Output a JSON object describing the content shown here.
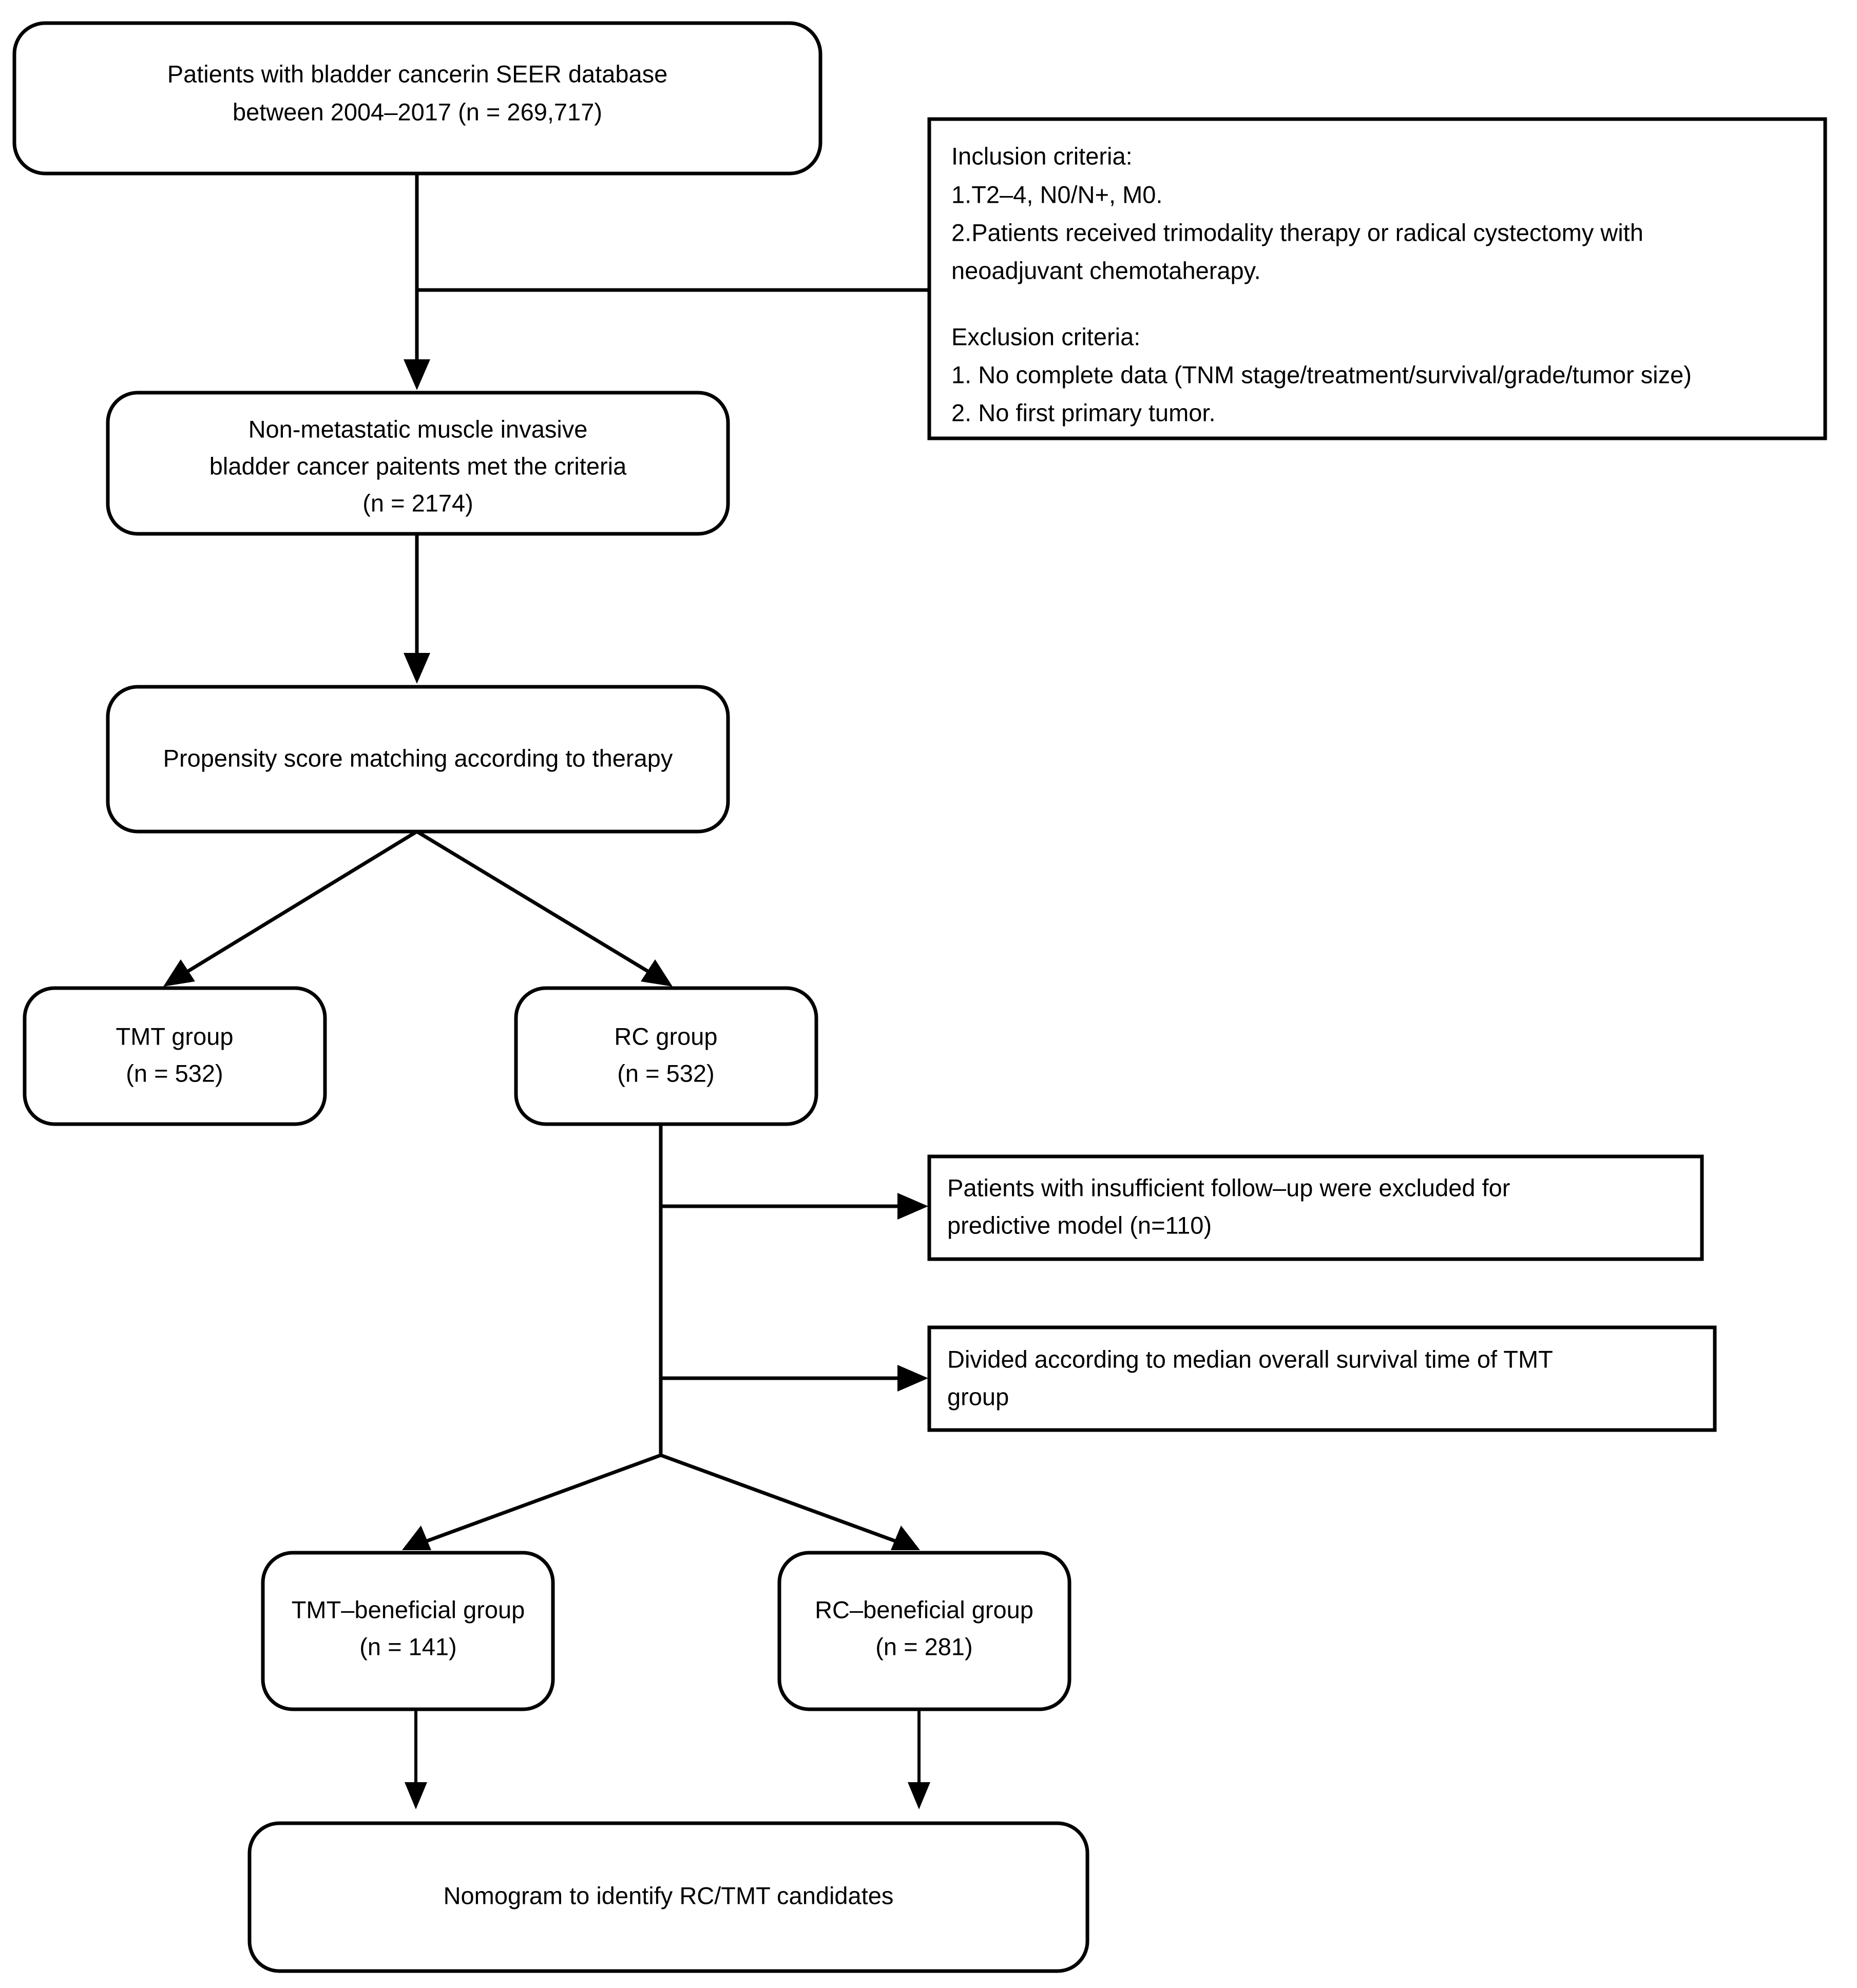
{
  "diagram": {
    "title": "Study population selection flowchart",
    "stroke_color": "#000000",
    "background_color": "#ffffff"
  },
  "nodes": {
    "source_cohort": {
      "lines": [
        "Patients with bladder cancerin SEER database",
        "between 2004–2017 (n = 269,717)"
      ]
    },
    "criteria": {
      "lines": [
        "Inclusion criteria:",
        "1.T2–4, N0/N+, M0.",
        "2.Patients received trimodality therapy or radical cystectomy with",
        "neoadjuvant chemotaherapy.",
        "",
        "Exclusion criteria:",
        "1. No complete data (TNM stage/treatment/survival/grade/tumor size)",
        "2. No first primary tumor."
      ]
    },
    "eligible_cohort": {
      "lines": [
        "Non-metastatic muscle invasive",
        "bladder cancer paitents met the criteria",
        "(n = 2174)"
      ]
    },
    "psm": {
      "lines": [
        "Propensity score matching according to therapy"
      ]
    },
    "tmt_group": {
      "lines": [
        "TMT group",
        "(n = 532)"
      ]
    },
    "rc_group": {
      "lines": [
        "RC group",
        "(n = 532)"
      ]
    },
    "excluded_followup": {
      "lines": [
        "Patients with insufficient follow–up were excluded for",
        "predictive model  (n=110)"
      ]
    },
    "divided_median_os": {
      "lines": [
        "Divided according to median overall survival time of TMT",
        "group"
      ]
    },
    "tmt_beneficial": {
      "lines": [
        "TMT–beneficial group",
        "(n = 141)"
      ]
    },
    "rc_beneficial": {
      "lines": [
        "RC–beneficial group",
        "(n = 281)"
      ]
    },
    "nomogram": {
      "lines": [
        "Nomogram to identify RC/TMT candidates"
      ]
    }
  },
  "chart_data": {
    "type": "diagram",
    "title": "Patient selection flow diagram",
    "steps": [
      {
        "id": "source_cohort",
        "label": "Patients with bladder cancerin SEER database between 2004–2017",
        "n": 269717
      },
      {
        "id": "eligible_cohort",
        "label": "Non-metastatic muscle invasive bladder cancer paitents met the criteria",
        "n": 2174
      },
      {
        "id": "psm",
        "label": "Propensity score matching according to therapy",
        "n": null
      },
      {
        "id": "tmt_group",
        "label": "TMT group",
        "n": 532
      },
      {
        "id": "rc_group",
        "label": "RC group",
        "n": 532
      },
      {
        "id": "excluded_followup",
        "label": "Patients with insufficient follow–up were excluded for predictive model",
        "n": 110
      },
      {
        "id": "divided_median_os",
        "label": "Divided according to median overall survival time of TMT group",
        "n": null
      },
      {
        "id": "tmt_beneficial",
        "label": "TMT–beneficial group",
        "n": 141
      },
      {
        "id": "rc_beneficial",
        "label": "RC–beneficial group",
        "n": 281
      },
      {
        "id": "nomogram",
        "label": "Nomogram to identify RC/TMT candidates",
        "n": null
      }
    ],
    "edges": [
      {
        "from": "source_cohort",
        "to": "criteria",
        "kind": "annotation"
      },
      {
        "from": "source_cohort",
        "to": "eligible_cohort",
        "kind": "flow"
      },
      {
        "from": "eligible_cohort",
        "to": "psm",
        "kind": "flow"
      },
      {
        "from": "psm",
        "to": "tmt_group",
        "kind": "flow"
      },
      {
        "from": "psm",
        "to": "rc_group",
        "kind": "flow"
      },
      {
        "from": "rc_group",
        "to": "excluded_followup",
        "kind": "annotation"
      },
      {
        "from": "rc_group",
        "to": "divided_median_os",
        "kind": "annotation"
      },
      {
        "from": "rc_group",
        "to": "tmt_beneficial",
        "kind": "flow"
      },
      {
        "from": "rc_group",
        "to": "rc_beneficial",
        "kind": "flow"
      },
      {
        "from": "tmt_beneficial",
        "to": "nomogram",
        "kind": "flow"
      },
      {
        "from": "rc_beneficial",
        "to": "nomogram",
        "kind": "flow"
      }
    ]
  }
}
